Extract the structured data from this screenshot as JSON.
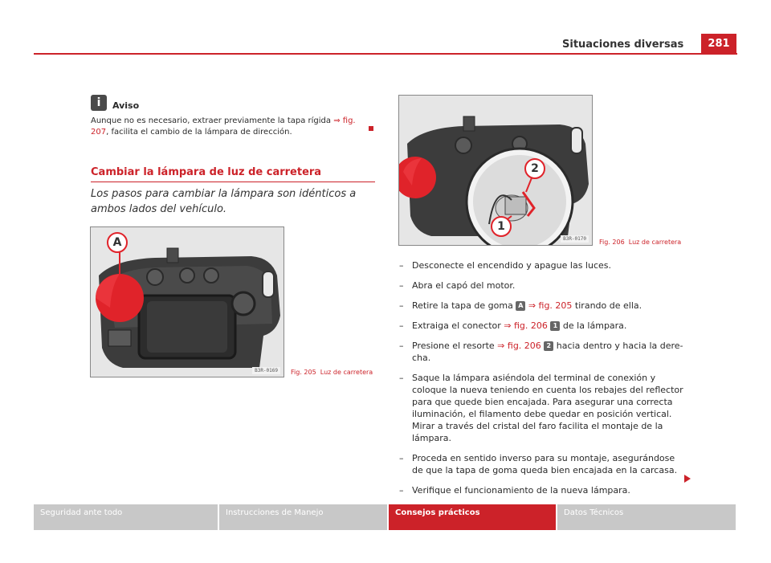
{
  "header": {
    "title": "Situaciones diversas",
    "page_number": "281"
  },
  "notice": {
    "icon": "notice-icon",
    "icon_glyph": "i",
    "title": "Aviso",
    "text_before": "Aunque no es necesario, extraer previamente la tapa rígida ",
    "xref": "⇒ fig. 207",
    "text_after": ", faci­lita el cambio de la lámpara de dirección."
  },
  "section": {
    "title": "Cambiar la lámpara de luz de carretera",
    "intro": "Los pasos para cambiar la lámpara son idénticos a ambos lados del vehículo."
  },
  "figures": {
    "fig205": {
      "label_a": "A",
      "code": "B3R-0169",
      "caption_num": "Fig. 205",
      "caption_text": "Luz de carretera"
    },
    "fig206": {
      "label_1": "1",
      "label_2": "2",
      "code": "B3R-0170",
      "caption_num": "Fig. 206",
      "caption_text": "Luz de carretera"
    }
  },
  "steps": {
    "dash": "–",
    "s1": "Desconecte el encendido y apague las luces.",
    "s2": "Abra el capó del motor.",
    "s3_a": "Retire la tapa de goma ",
    "s3_box": "A",
    "s3_ref": "⇒ fig. 205",
    "s3_b": " tirando de ella.",
    "s4_a": "Extraiga el conector ",
    "s4_ref": "⇒ fig. 206",
    "s4_box": "1",
    "s4_b": " de la lámpara.",
    "s5_a": "Presione el resorte ",
    "s5_ref": "⇒ fig. 206",
    "s5_box": "2",
    "s5_b": " hacia dentro y hacia la dere­cha.",
    "s6": "Saque la lámpara asiéndola del terminal de conexión y coloque la nueva teniendo en cuenta los rebajes del reflector para que quede bien encajada. Para asegurar una correcta iluminación, el filamento debe quedar en posición vertical. Mirar a través del cristal del faro facilita el montaje de la lámpara.",
    "s7": "Proceda en sentido inverso para su montaje, asegurándose de que la tapa de goma queda bien encajada en la carcasa.",
    "s8": "Verifique el funcionamiento de la nueva lámpara."
  },
  "footer": {
    "tabs": [
      "Seguridad ante todo",
      "Instrucciones de Manejo",
      "Consejos prácticos",
      "Datos Técnicos"
    ],
    "active_index": 2
  },
  "colors": {
    "accent": "#cc2229",
    "footer_inactive": "#c8c8c8"
  }
}
